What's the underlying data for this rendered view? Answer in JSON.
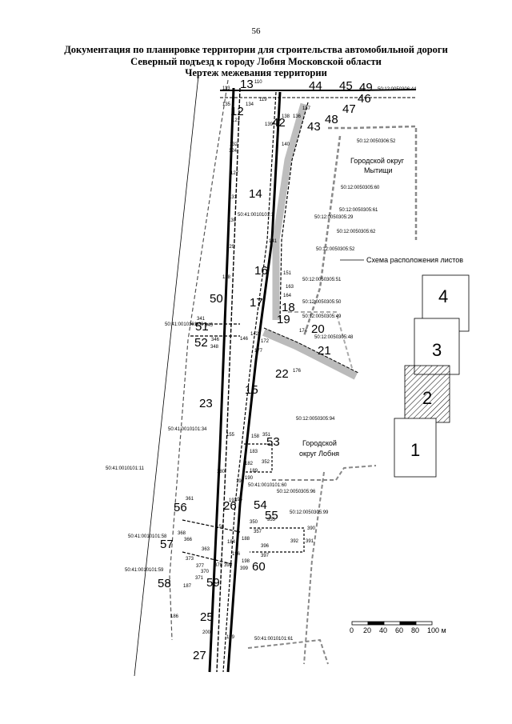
{
  "page_number": "56",
  "title_lines": [
    "Документация по планировке территории для строительства автомобильной дороги",
    "Северный подъезд к городу Лобня Московской области",
    "Чертеж межевания территории"
  ],
  "zone_labels": {
    "mytishchi_line1": "Городской округ",
    "mytishchi_line2": "Мытищи",
    "lobnya_line1": "Городской",
    "lobnya_line2": "округ Лобня"
  },
  "layout_scheme_label": "Схема расположения листов",
  "sheet_numbers": [
    "1",
    "2",
    "3",
    "4"
  ],
  "scale_bar": {
    "ticks": [
      "0",
      "20",
      "40",
      "60",
      "80",
      "100 м"
    ]
  },
  "parcel_numbers": [
    "12",
    "13",
    "14",
    "15",
    "16",
    "17",
    "18",
    "19",
    "20",
    "21",
    "22",
    "23",
    "25",
    "26",
    "27",
    "42",
    "43",
    "44",
    "45",
    "46",
    "47",
    "48",
    "49",
    "50",
    "51",
    "52",
    "53",
    "54",
    "55",
    "56",
    "57",
    "58",
    "59",
    "60"
  ],
  "cadastral_numbers": [
    "50:12:0050306:44",
    "50:12:0050306:52",
    "50:12:0050305:60",
    "50:12:0050305:61",
    "50:12:0050305:29",
    "50:12:0050305:62",
    "50:12:0050305:52",
    "50:12:0050305:51",
    "50:12:0050305:50",
    "50:12:0050305:49",
    "50:12:0050305:48",
    "50:12:0050305:94",
    "50:12:0050305:96",
    "50:12:0050305:99",
    "50:41:0010101:1",
    "50:41:0010101:34",
    "50:41:0010101:11",
    "50:41:0010101:58",
    "50:41:0010101:59",
    "50:41:0010101:60",
    "50:41:0010101:61",
    "50:41:0010101:39"
  ],
  "point_numbers": [
    "110",
    "113",
    "119",
    "121",
    "124",
    "127",
    "128",
    "129",
    "130",
    "131",
    "132",
    "134",
    "135",
    "136",
    "137",
    "138",
    "139",
    "140",
    "141",
    "142",
    "146",
    "151",
    "155",
    "156",
    "158",
    "163",
    "164",
    "172",
    "174",
    "176",
    "177",
    "180",
    "182",
    "183",
    "184",
    "186",
    "187",
    "188",
    "189",
    "190",
    "192",
    "193",
    "194",
    "196",
    "198",
    "199",
    "200",
    "341",
    "345",
    "346",
    "348",
    "350",
    "351",
    "352",
    "355",
    "357",
    "361",
    "363",
    "366",
    "368",
    "370",
    "371",
    "373",
    "377",
    "378",
    "390",
    "391",
    "392",
    "396",
    "397",
    "398",
    "399"
  ]
}
